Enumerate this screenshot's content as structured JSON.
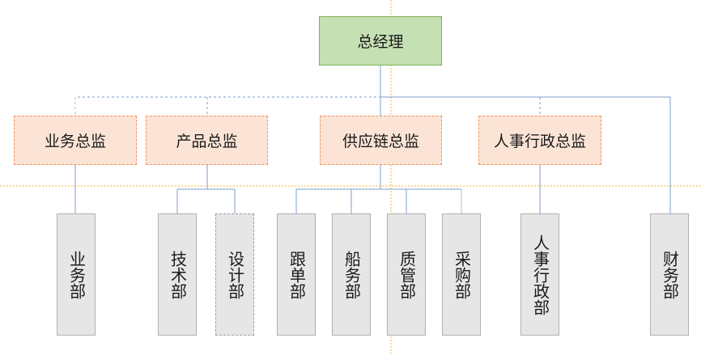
{
  "ceo": {
    "label": "总经理"
  },
  "directors": [
    {
      "label": "业务总监"
    },
    {
      "label": "产品总监"
    },
    {
      "label": "供应链总监"
    },
    {
      "label": "人事行政总监"
    }
  ],
  "departments": [
    {
      "label": "业务部"
    },
    {
      "label": "技术部"
    },
    {
      "label": "设计部"
    },
    {
      "label": "跟单部"
    },
    {
      "label": "船务部"
    },
    {
      "label": "质管部"
    },
    {
      "label": "采购部"
    },
    {
      "label": "人事行政部"
    },
    {
      "label": "财务部"
    }
  ],
  "colors": {
    "ceo_fill": "#c5e0b3",
    "director_fill": "#fbe4d5",
    "director_border": "#f4925c",
    "department_fill": "#e7e6e6",
    "connector": "#7f9cc9",
    "guide": "#f0b830"
  }
}
